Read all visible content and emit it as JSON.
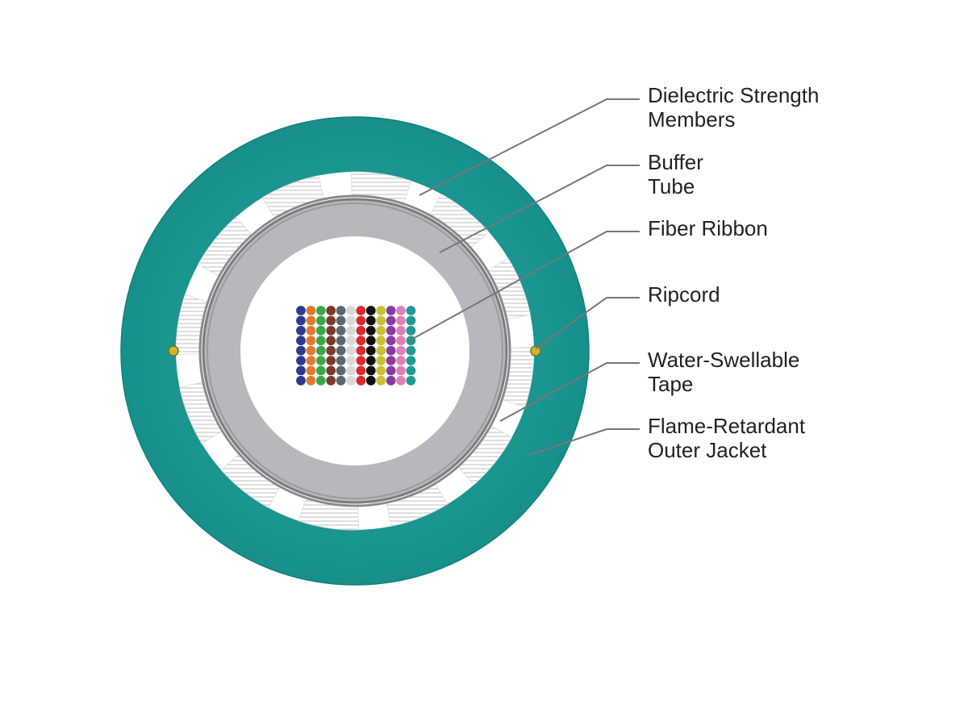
{
  "labels": {
    "strength_members": {
      "line1": "Dielectric Strength",
      "line2": "Members"
    },
    "buffer_tube": {
      "line1": "Buffer",
      "line2": "Tube"
    },
    "fiber_ribbon": {
      "line1": "Fiber Ribbon"
    },
    "ripcord": {
      "line1": "Ripcord"
    },
    "water_tape": {
      "line1": "Water-Swellable",
      "line2": "Tape"
    },
    "outer_jacket": {
      "line1": "Flame-Retardant",
      "line2": "Outer Jacket"
    }
  },
  "colors": {
    "jacket": "#1a9590",
    "jacket_edge": "#12807b",
    "strength_bg": "#ffffff",
    "strength_hatch": "#c9c9c9",
    "tape": "#8a8a8a",
    "buffer_tube": "#b8b8bc",
    "buffer_tube_edge": "#7c7c80",
    "interior": "#ffffff",
    "ripcord": "#c8b832",
    "leader": "#777777"
  },
  "fiber_colors": [
    "#2b3a8f",
    "#e07a30",
    "#3aa64a",
    "#7a3a2a",
    "#5c6670",
    "#d8d8d8",
    "#d82a2a",
    "#111111",
    "#c8c231",
    "#8a3aa0",
    "#e080b8",
    "#1f9a92"
  ],
  "fiber_rows": 8
}
